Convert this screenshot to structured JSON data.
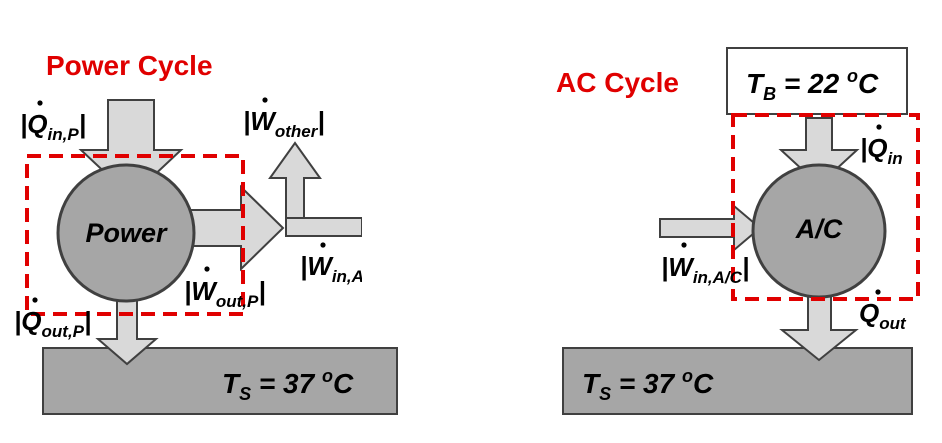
{
  "colors": {
    "title_red": "#e00000",
    "dashed_red": "#e00000",
    "arrow_fill": "#d9d9d9",
    "circle_fill": "#a6a6a6",
    "reservoir_fill": "#a6a6a6",
    "outline": "#404040"
  },
  "power_cycle": {
    "title": "Power Cycle",
    "engine_label": "Power",
    "heat_in": {
      "symbol": "Q",
      "sub": "in,P"
    },
    "heat_out": {
      "symbol": "Q",
      "sub": "out,P"
    },
    "work_out": {
      "symbol": "W",
      "sub": "out,P"
    },
    "work_other": {
      "symbol": "W",
      "sub": "other"
    },
    "work_in_ac": {
      "symbol": "W",
      "sub": "in,A"
    },
    "sink": {
      "T": "T",
      "sub": "S",
      "value": " = 37 ",
      "deg": "o",
      "unit": "C"
    }
  },
  "ac_cycle": {
    "title": "AC Cycle",
    "engine_label": "A/C",
    "source": {
      "T": "T",
      "sub": "B",
      "value": " = 22 ",
      "deg": "o",
      "unit": "C"
    },
    "heat_in": {
      "symbol": "Q",
      "sub": "in"
    },
    "heat_out": {
      "symbol": "Q",
      "sub": "out"
    },
    "work_in": {
      "symbol": "W",
      "sub": "in,A/C"
    },
    "sink": {
      "T": "T",
      "sub": "S",
      "value": " = 37 ",
      "deg": "o",
      "unit": "C"
    }
  }
}
